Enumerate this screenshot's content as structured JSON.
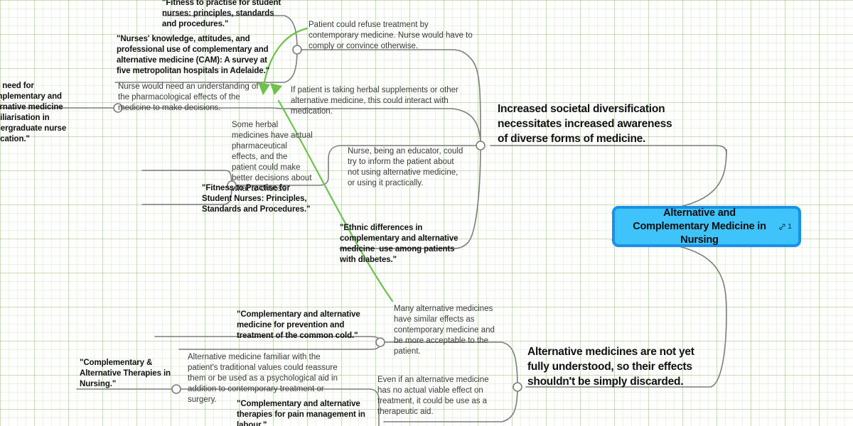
{
  "board": {
    "background": "#ffffff",
    "grid_color": "#cfe0bf",
    "connector_color": "#7b7b7b",
    "arrow_color": "#6CC24A"
  },
  "root": {
    "label": "Alternative and Complementary Medicine in Nursing",
    "fill": "#3EC4FB",
    "border": "#1B90E9",
    "attachment_icon": "link-icon",
    "attachment_count": "1"
  },
  "branch_headings": [
    {
      "id": "heading-diversification",
      "text": "Increased societal diversification necessitates increased awareness of diverse forms of medicine."
    },
    {
      "id": "heading-not-understood",
      "text": "Alternative medicines are not yet fully understood, so their effects shouldn't be simply discarded."
    }
  ],
  "citations": [
    {
      "id": "cite-fitness-practise-1",
      "text": "\"Fitness to practise for student nurses: principles, standards and procedures.\""
    },
    {
      "id": "cite-nurses-knowledge-cam",
      "text": "\"Nurses' knowledge, attitudes, and professional use of complementary and alternative medicine (CAM): A survey at five metropolitan hospitals in Adelaide.\""
    },
    {
      "id": "cite-need-familiarisation",
      "text": "The need for complementary and alternative medicine familiarisation in undergraduate nurse education.\""
    },
    {
      "id": "cite-fitness-practise-2",
      "text": "\"Fitness to Practise for Student Nurses: Principles, Standards and Procedures.\""
    },
    {
      "id": "cite-ethnic-differences",
      "text": "\"Ethnic differences in complementary and alternative medicine  use among patients with diabetes.\""
    },
    {
      "id": "cite-common-cold",
      "text": "\"Complementary and alternative medicine for prevention and treatment of the common cold.\""
    },
    {
      "id": "cite-complementary-therapies-nursing",
      "text": "\"Complementary & Alternative Therapies in Nursing.\""
    },
    {
      "id": "cite-pain-management-labour",
      "text": "\"Complementary and alternative therapies for pain management in labour.\""
    }
  ],
  "ideas": [
    {
      "id": "idea-refuse-treatment",
      "text": "Patient could refuse treatment by contemporary medicine. Nurse would have to comply or convince otherwise."
    },
    {
      "id": "idea-pharmacological-effects",
      "text": "Nurse would need an understanding of the pharmacological effects of the medicine to make decisions."
    },
    {
      "id": "idea-herbal-supplements-interact",
      "text": "If patient is taking herbal supplements or other alternative medicine, this could interact with medication."
    },
    {
      "id": "idea-herbal-pharmaceutical-effects",
      "text": "Some herbal medicines have actual pharmaceutical effects, and the patient could make better decisions about what to choose."
    },
    {
      "id": "idea-nurse-educator",
      "text": "Nurse, being an educator, could try to inform the patient about not using alternative medicine, or using it practically."
    },
    {
      "id": "idea-similar-effects",
      "text": "Many alternative medicines have similar effects as contemporary medicine and be more acceptable to the patient."
    },
    {
      "id": "idea-traditional-values",
      "text": "Alternative medicine familiar with the patient's traditional values could reassure them or be used as a psychological aid in addition to contemporary treatment or surgery."
    },
    {
      "id": "idea-therapeutic-aid",
      "text": "Even if an alternative medicine has no actual viable effect on treatment, it could be use as a therapeutic aid."
    }
  ]
}
